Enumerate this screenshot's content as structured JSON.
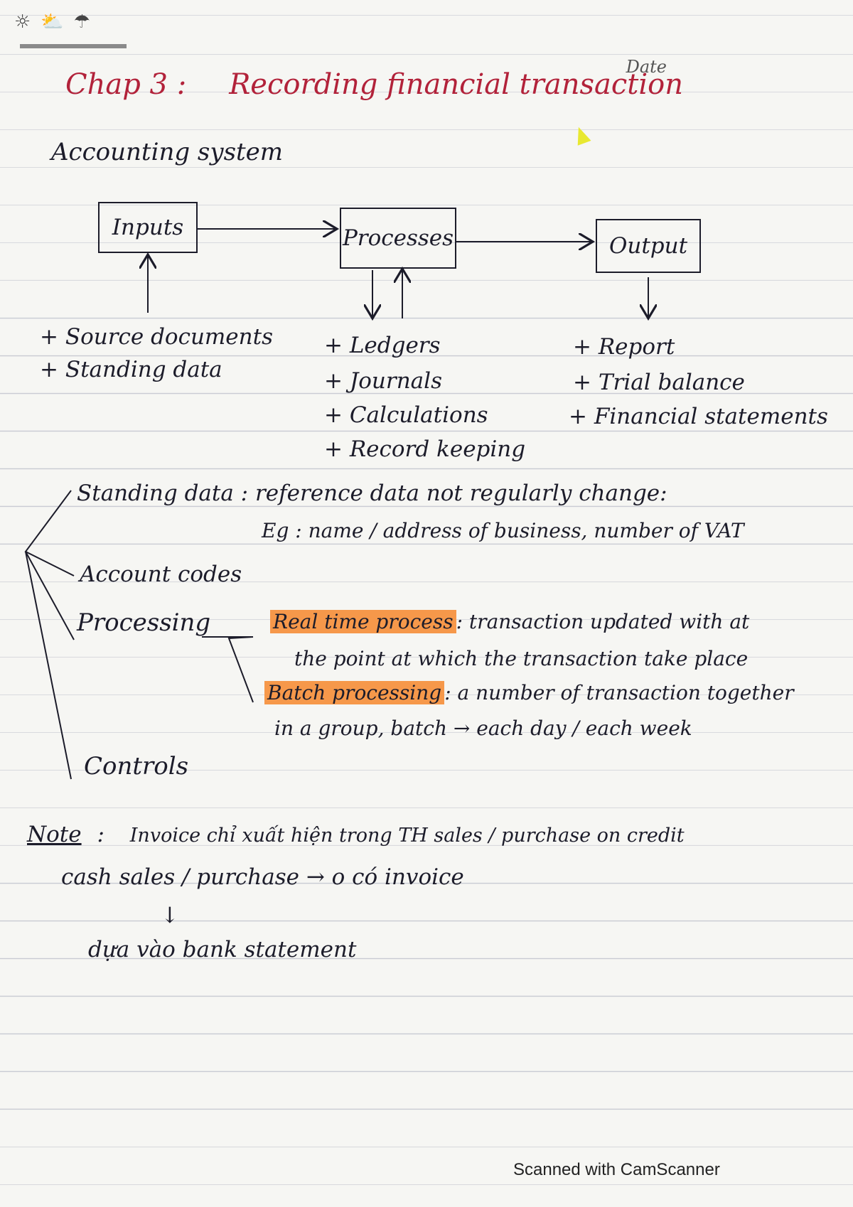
{
  "header": {
    "weather_icons": [
      "sun-icon",
      "partly-cloudy-icon",
      "rain-icon"
    ],
    "date_label": "Date"
  },
  "title": {
    "chapter": "Chap 3 :",
    "text": "Recording financial transaction"
  },
  "section_heading": "Accounting system",
  "diagram": {
    "boxes": {
      "inputs": "Inputs",
      "processes": "Processes",
      "output": "Output"
    },
    "inputs_list": [
      "+ Source documents",
      "+ Standing data"
    ],
    "processes_list": [
      "+ Ledgers",
      "+ Journals",
      "+ Calculations",
      "+ Record keeping"
    ],
    "output_list": [
      "+ Report",
      "+ Trial balance",
      "+ Financial statements"
    ]
  },
  "notes": {
    "standing_data_line": "Standing data : reference data not regularly change:",
    "example_line": "Eg : name / address of business, number of VAT",
    "account_codes": "Account codes",
    "processing": "Processing",
    "realtime_term": "Real time process",
    "realtime_desc_1": ": transaction updated with at",
    "realtime_desc_2": "the point at which the transaction take place",
    "batch_term": "Batch processing",
    "batch_desc_1": ": a number of transaction together",
    "batch_desc_2": "in a group, batch → each day / each week",
    "controls": "Controls"
  },
  "footnote": {
    "label": "Note",
    "colon": ":",
    "line1": "Invoice chỉ xuất hiện trong TH sales / purchase on credit",
    "line2": "cash sales / purchase → o có invoice",
    "arrow": "↓",
    "line3": "dựa vào bank statement"
  },
  "footer": "Scanned with CamScanner",
  "colors": {
    "title_ink": "#b2223a",
    "ink": "#1c1c2a",
    "highlight": "#f6984a",
    "paper": "#f6f6f3"
  }
}
